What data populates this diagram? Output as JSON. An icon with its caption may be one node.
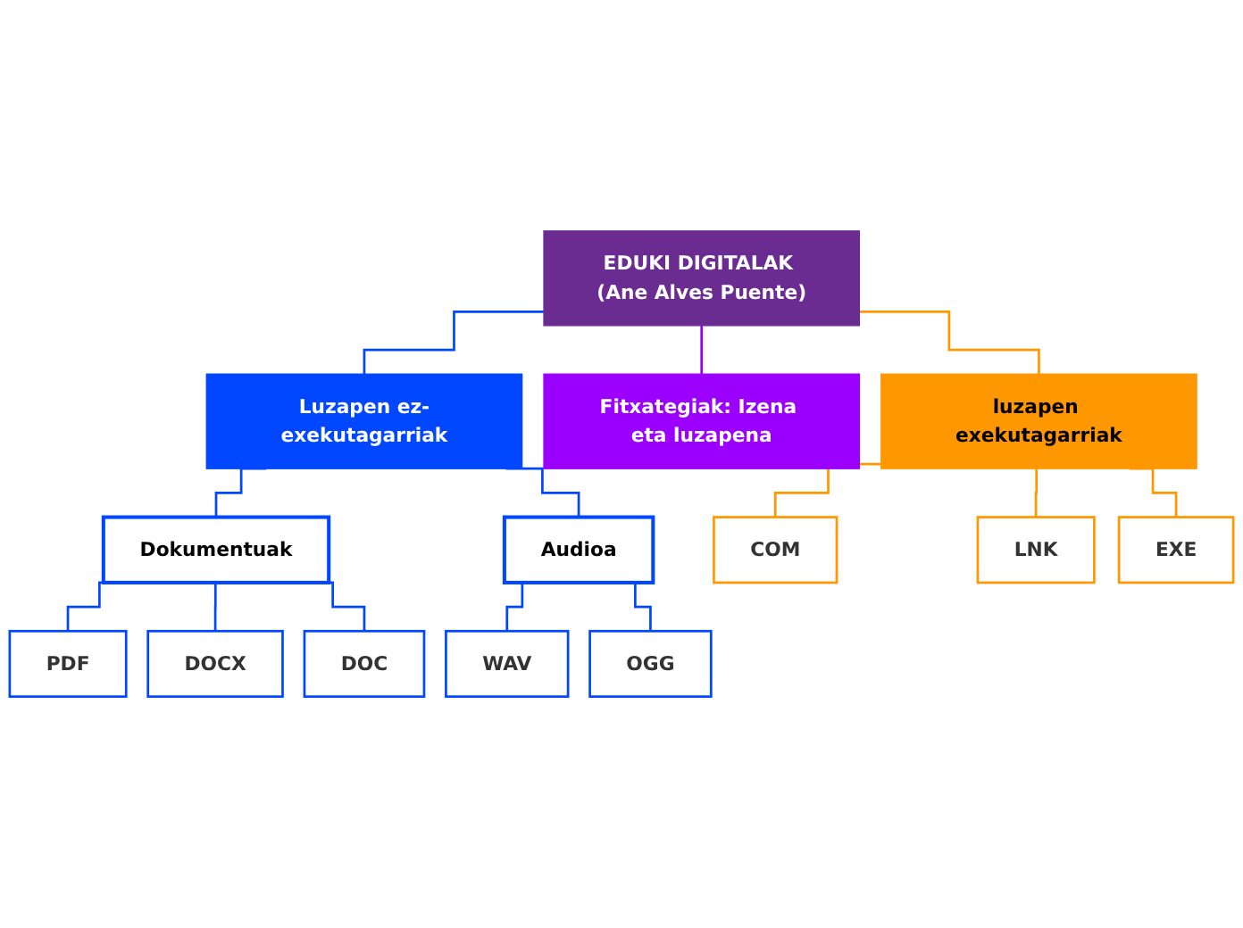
{
  "diagram": {
    "nodes": [
      {
        "text": [
          "EDUKI DIGITALAK (Ane Alves Puente)"
        ]
      },
      {
        "text": [
          "Luzapen ez-exekutagarriak"
        ]
      },
      {
        "text": [
          "Fitxategiak: Izena eta luzapena"
        ]
      },
      {
        "text": [
          "luzapen exekutagarriak"
        ]
      },
      {
        "text": [
          "Dokumentuak"
        ]
      },
      {
        "text": [
          "PDF"
        ]
      },
      {
        "text": [
          "DOCX"
        ]
      },
      {
        "text": [
          "DOC"
        ]
      },
      {
        "text": [
          "Audioa"
        ]
      },
      {
        "text": [
          "WAV"
        ]
      },
      {
        "text": [
          "OGG"
        ]
      },
      {
        "text": [
          "COM"
        ]
      },
      {
        "text": [
          "LNK"
        ]
      },
      {
        "text": [
          "EXE"
        ]
      }
    ],
    "edges": [
      {
        "from": 0,
        "to": 1,
        "arrow": "none"
      },
      {
        "from": 0,
        "to": 2,
        "arrow": "none",
        "color": "#9b00ff"
      },
      {
        "from": 0,
        "to": 3,
        "arrow": "none",
        "color": "#ff9800"
      },
      {
        "from": 1,
        "to": 4,
        "arrow": "none"
      },
      {
        "from": 4,
        "to": 5,
        "arrow": "none"
      },
      {
        "from": 4,
        "to": 6,
        "arrow": "none"
      },
      {
        "from": 4,
        "to": 7,
        "arrow": "none"
      },
      {
        "from": 1,
        "to": 8,
        "arrow": "none"
      },
      {
        "from": 8,
        "to": 9,
        "arrow": "none"
      },
      {
        "from": 8,
        "to": 10,
        "arrow": "none"
      },
      {
        "from": 3,
        "to": 11,
        "arrow": "none",
        "color": "#ff9800"
      },
      {
        "from": 3,
        "to": 12,
        "arrow": "none",
        "color": "#ff9800"
      },
      {
        "from": 3,
        "to": 13,
        "arrow": "none",
        "color": "#ff9800"
      }
    ]
  }
}
